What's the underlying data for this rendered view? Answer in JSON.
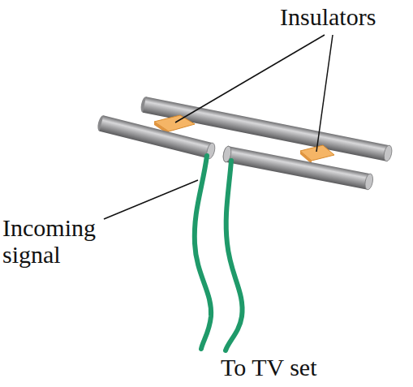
{
  "diagram": {
    "labels": [
      "Insulators",
      "Incoming signal",
      "To TV set"
    ]
  }
}
